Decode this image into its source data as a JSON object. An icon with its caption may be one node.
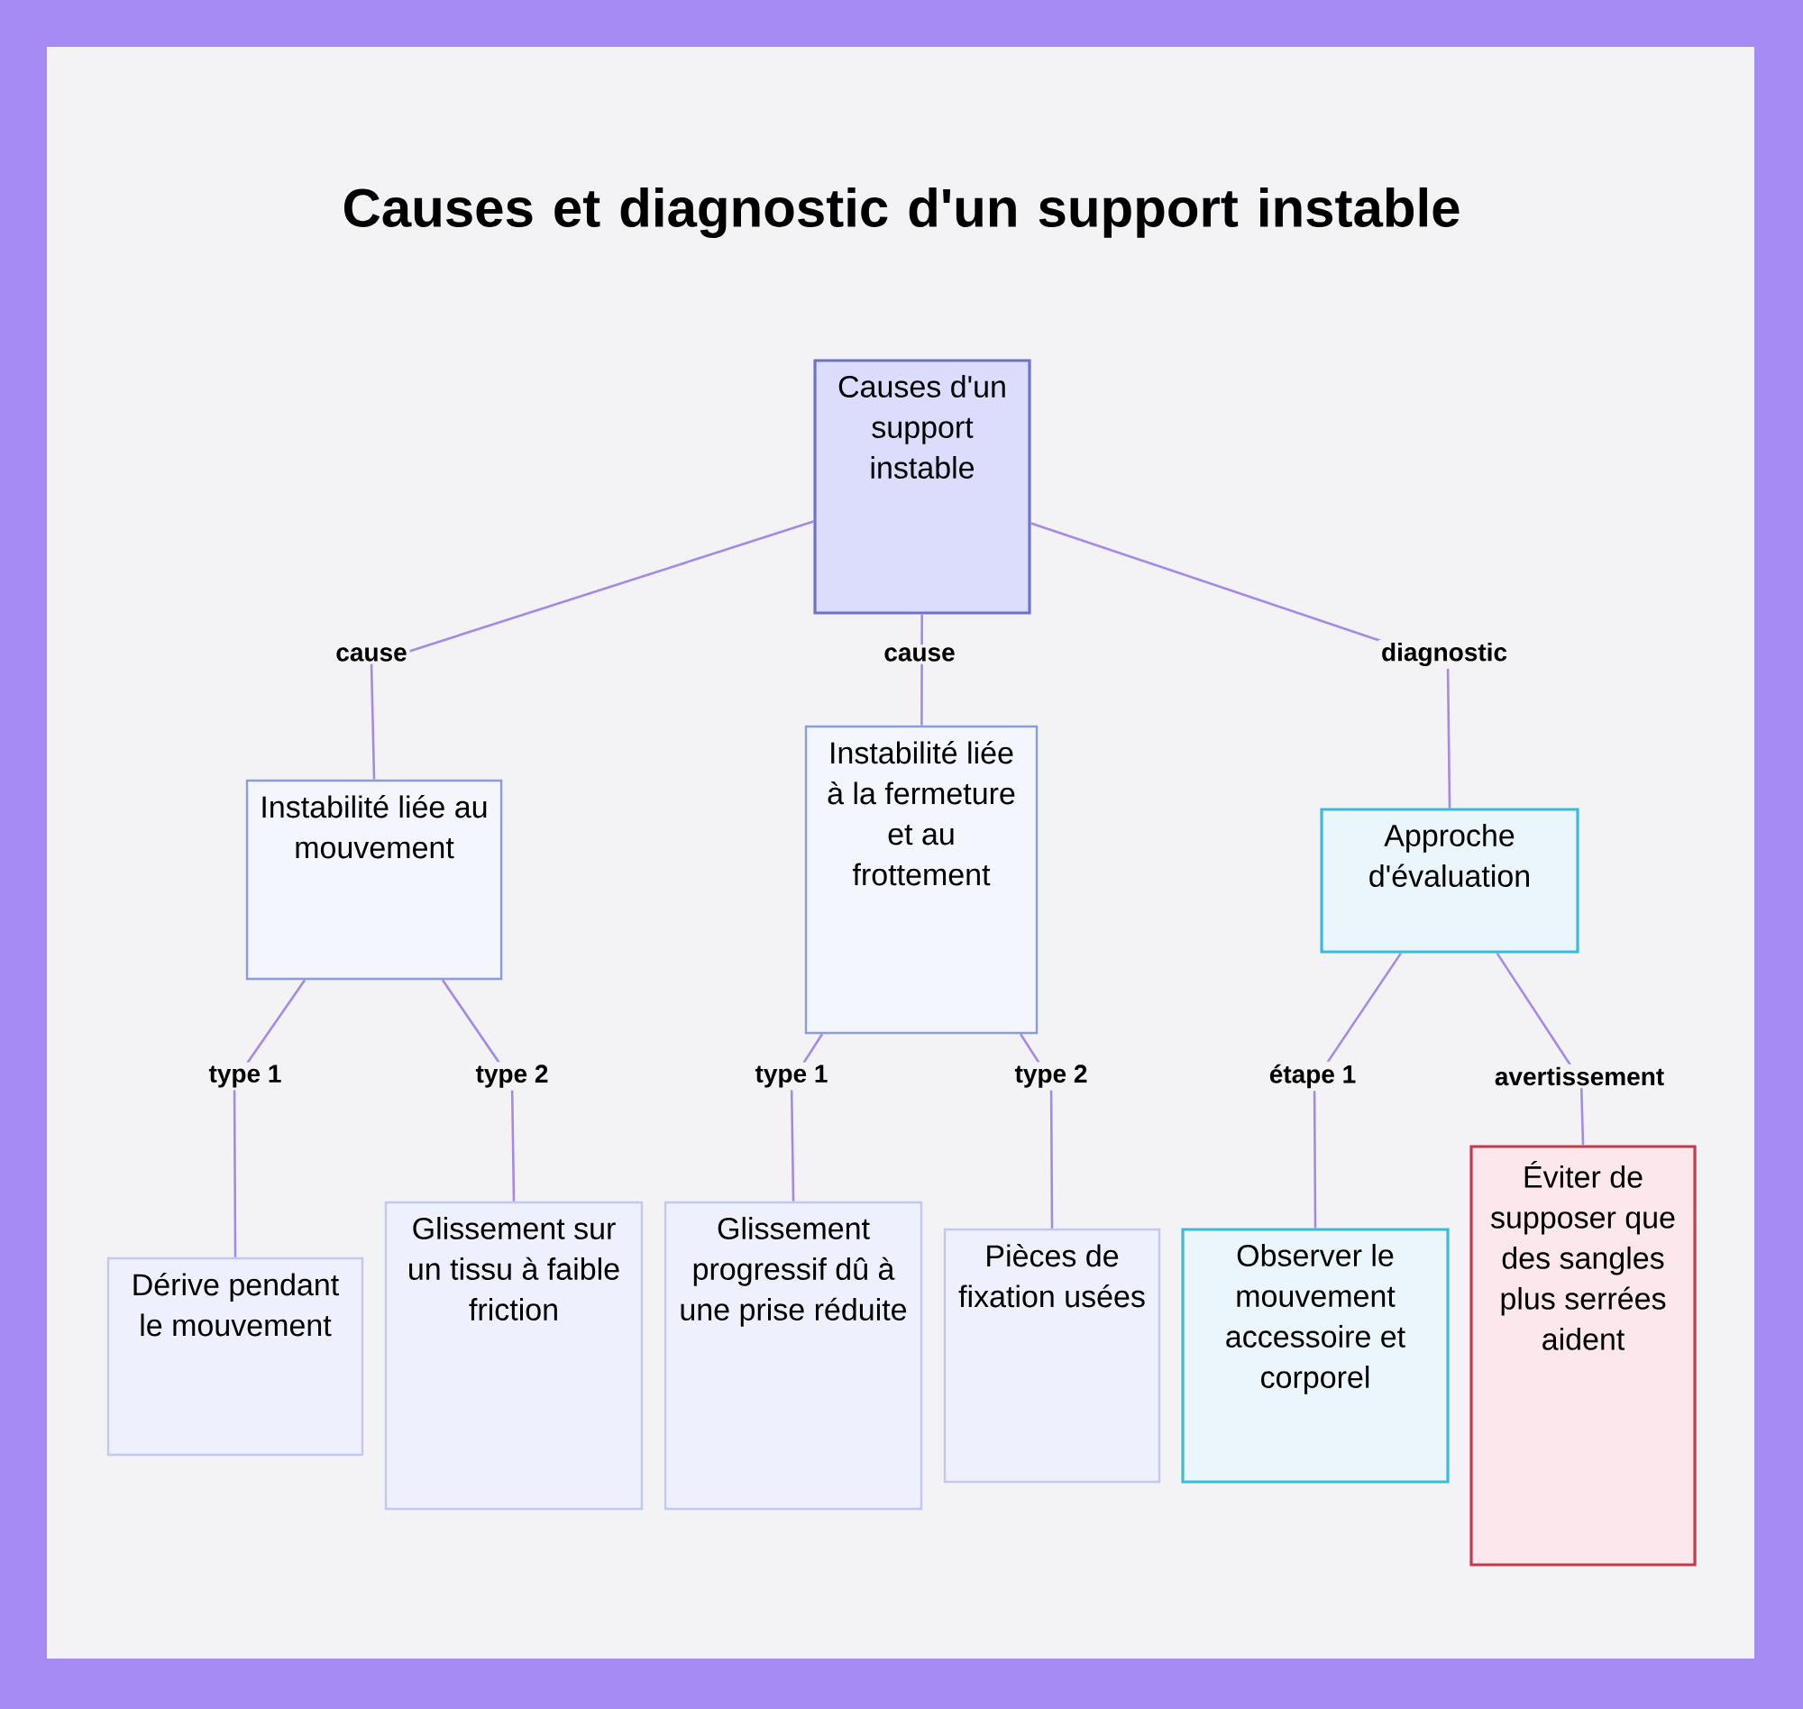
{
  "diagram": {
    "title": "Causes et diagnostic d'un support instable",
    "nodes": [
      {
        "text": [
          "Causes d'un support instable"
        ]
      },
      {
        "text": [
          "Instabilité liée au mouvement"
        ]
      },
      {
        "text": [
          "Instabilité liée à la fermeture et au frottement"
        ]
      },
      {
        "text": [
          "Approche d'évaluation"
        ]
      },
      {
        "text": [
          "Dérive pendant le mouvement"
        ]
      },
      {
        "text": [
          "Glissement sur un tissu à faible friction"
        ]
      },
      {
        "text": [
          "Glissement progressif dû à une prise réduite"
        ]
      },
      {
        "text": [
          "Pièces de fixation usées"
        ]
      },
      {
        "text": [
          "Observer le mouvement accessoire et corporel"
        ]
      },
      {
        "text": [
          "Éviter de supposer que des sangles plus serrées aident"
        ]
      }
    ],
    "edges": [
      {
        "from": 0,
        "to": 1,
        "arrow": "none",
        "label": "cause"
      },
      {
        "from": 0,
        "to": 2,
        "arrow": "none",
        "label": "cause"
      },
      {
        "from": 0,
        "to": 3,
        "arrow": "none",
        "label": "diagnostic"
      },
      {
        "from": 1,
        "to": 4,
        "arrow": "none",
        "label": "type 1"
      },
      {
        "from": 1,
        "to": 5,
        "arrow": "none",
        "label": "type 2"
      },
      {
        "from": 2,
        "to": 6,
        "arrow": "none",
        "label": "type 1"
      },
      {
        "from": 2,
        "to": 7,
        "arrow": "none",
        "label": "type 2"
      },
      {
        "from": 3,
        "to": 8,
        "arrow": "none",
        "label": "étape 1"
      },
      {
        "from": 3,
        "to": 9,
        "arrow": "none",
        "label": "avertissement"
      }
    ]
  }
}
